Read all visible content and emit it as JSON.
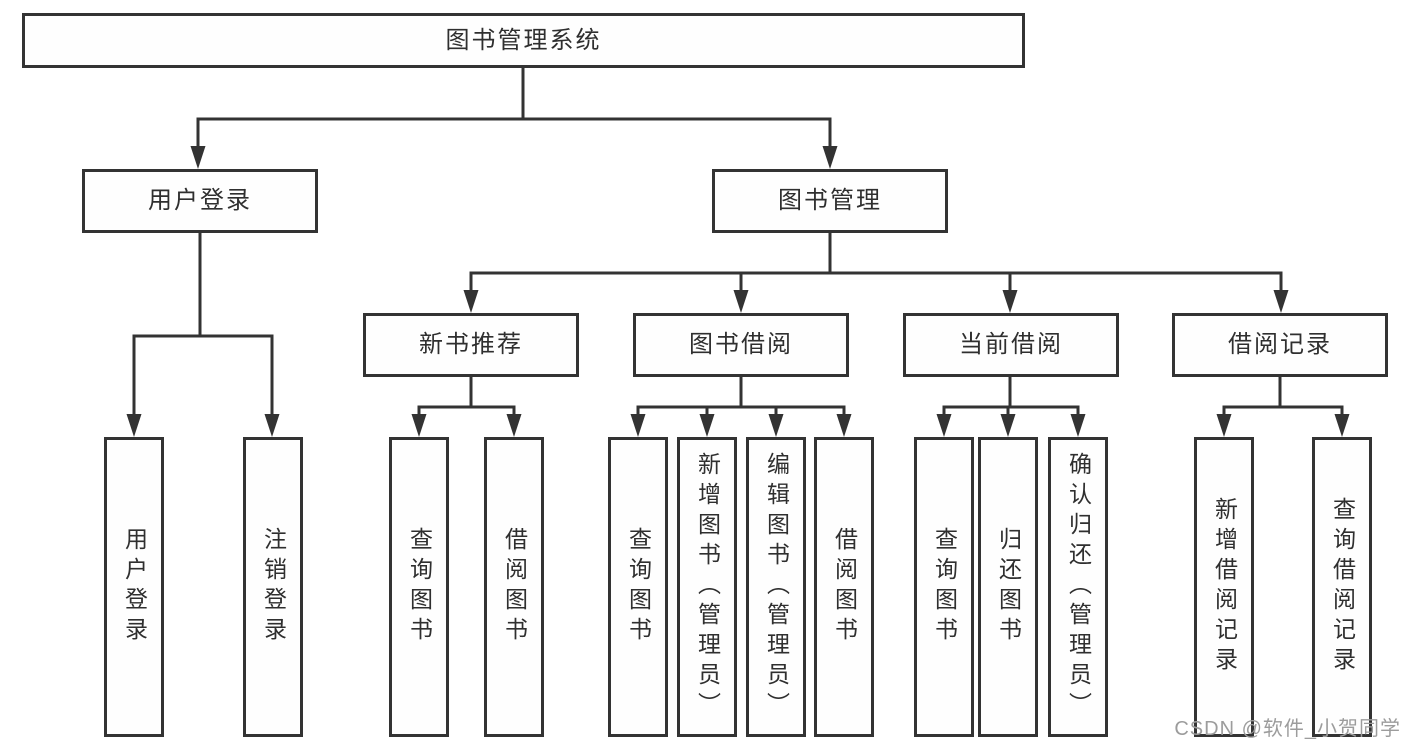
{
  "tree": {
    "root": "图书管理系统",
    "level2": [
      {
        "label": "用户登录",
        "parent": "图书管理系统"
      },
      {
        "label": "图书管理",
        "parent": "图书管理系统"
      }
    ],
    "level3": [
      {
        "label": "新书推荐",
        "parent": "图书管理"
      },
      {
        "label": "图书借阅",
        "parent": "图书管理"
      },
      {
        "label": "当前借阅",
        "parent": "图书管理"
      },
      {
        "label": "借阅记录",
        "parent": "图书管理"
      }
    ],
    "leaves": [
      {
        "label": "用户登录",
        "parent": "用户登录"
      },
      {
        "label": "注销登录",
        "parent": "用户登录"
      },
      {
        "label": "查询图书",
        "parent": "新书推荐"
      },
      {
        "label": "借阅图书",
        "parent": "新书推荐"
      },
      {
        "label": "查询图书",
        "parent": "图书借阅"
      },
      {
        "label": "新增图书（管理员）",
        "parent": "图书借阅"
      },
      {
        "label": "编辑图书（管理员）",
        "parent": "图书借阅"
      },
      {
        "label": "借阅图书",
        "parent": "图书借阅"
      },
      {
        "label": "查询图书",
        "parent": "当前借阅"
      },
      {
        "label": "归还图书",
        "parent": "当前借阅"
      },
      {
        "label": "确认归还（管理员）",
        "parent": "当前借阅"
      },
      {
        "label": "新增借阅记录",
        "parent": "借阅记录"
      },
      {
        "label": "查询借阅记录",
        "parent": "借阅记录"
      }
    ]
  },
  "watermark": {
    "text": "CSDN @软件_小贺同学"
  },
  "colors": {
    "line": "#333333",
    "text": "#2f2f2f",
    "box_background": "#fefefe",
    "page_background": "#ffffff",
    "watermark": "#9c9c9c"
  }
}
